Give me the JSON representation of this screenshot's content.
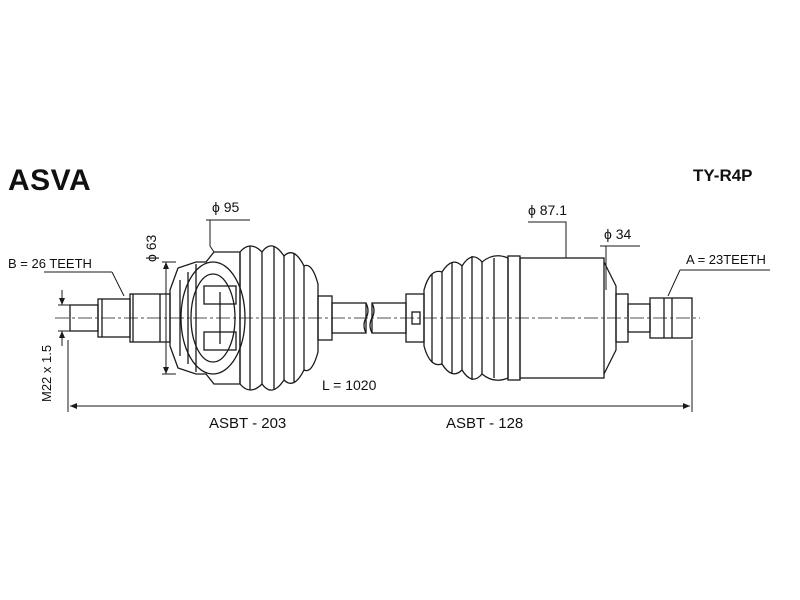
{
  "header": {
    "brand": "ASVA",
    "part_number": "TY-R4P"
  },
  "dimensions": {
    "dia_95": "95",
    "dia_63": "63",
    "dia_87": "87.1",
    "dia_34": "34",
    "b_spline": "B = 26 TEETH",
    "a_spline": "A = 23TEETH",
    "thread": "M22 x 1.5",
    "length": "L = 1020"
  },
  "joints": {
    "outer": "ASBT - 203",
    "inner": "ASBT - 128"
  },
  "colors": {
    "line": "#1a1a1a",
    "text": "#111111",
    "background": "#ffffff"
  }
}
